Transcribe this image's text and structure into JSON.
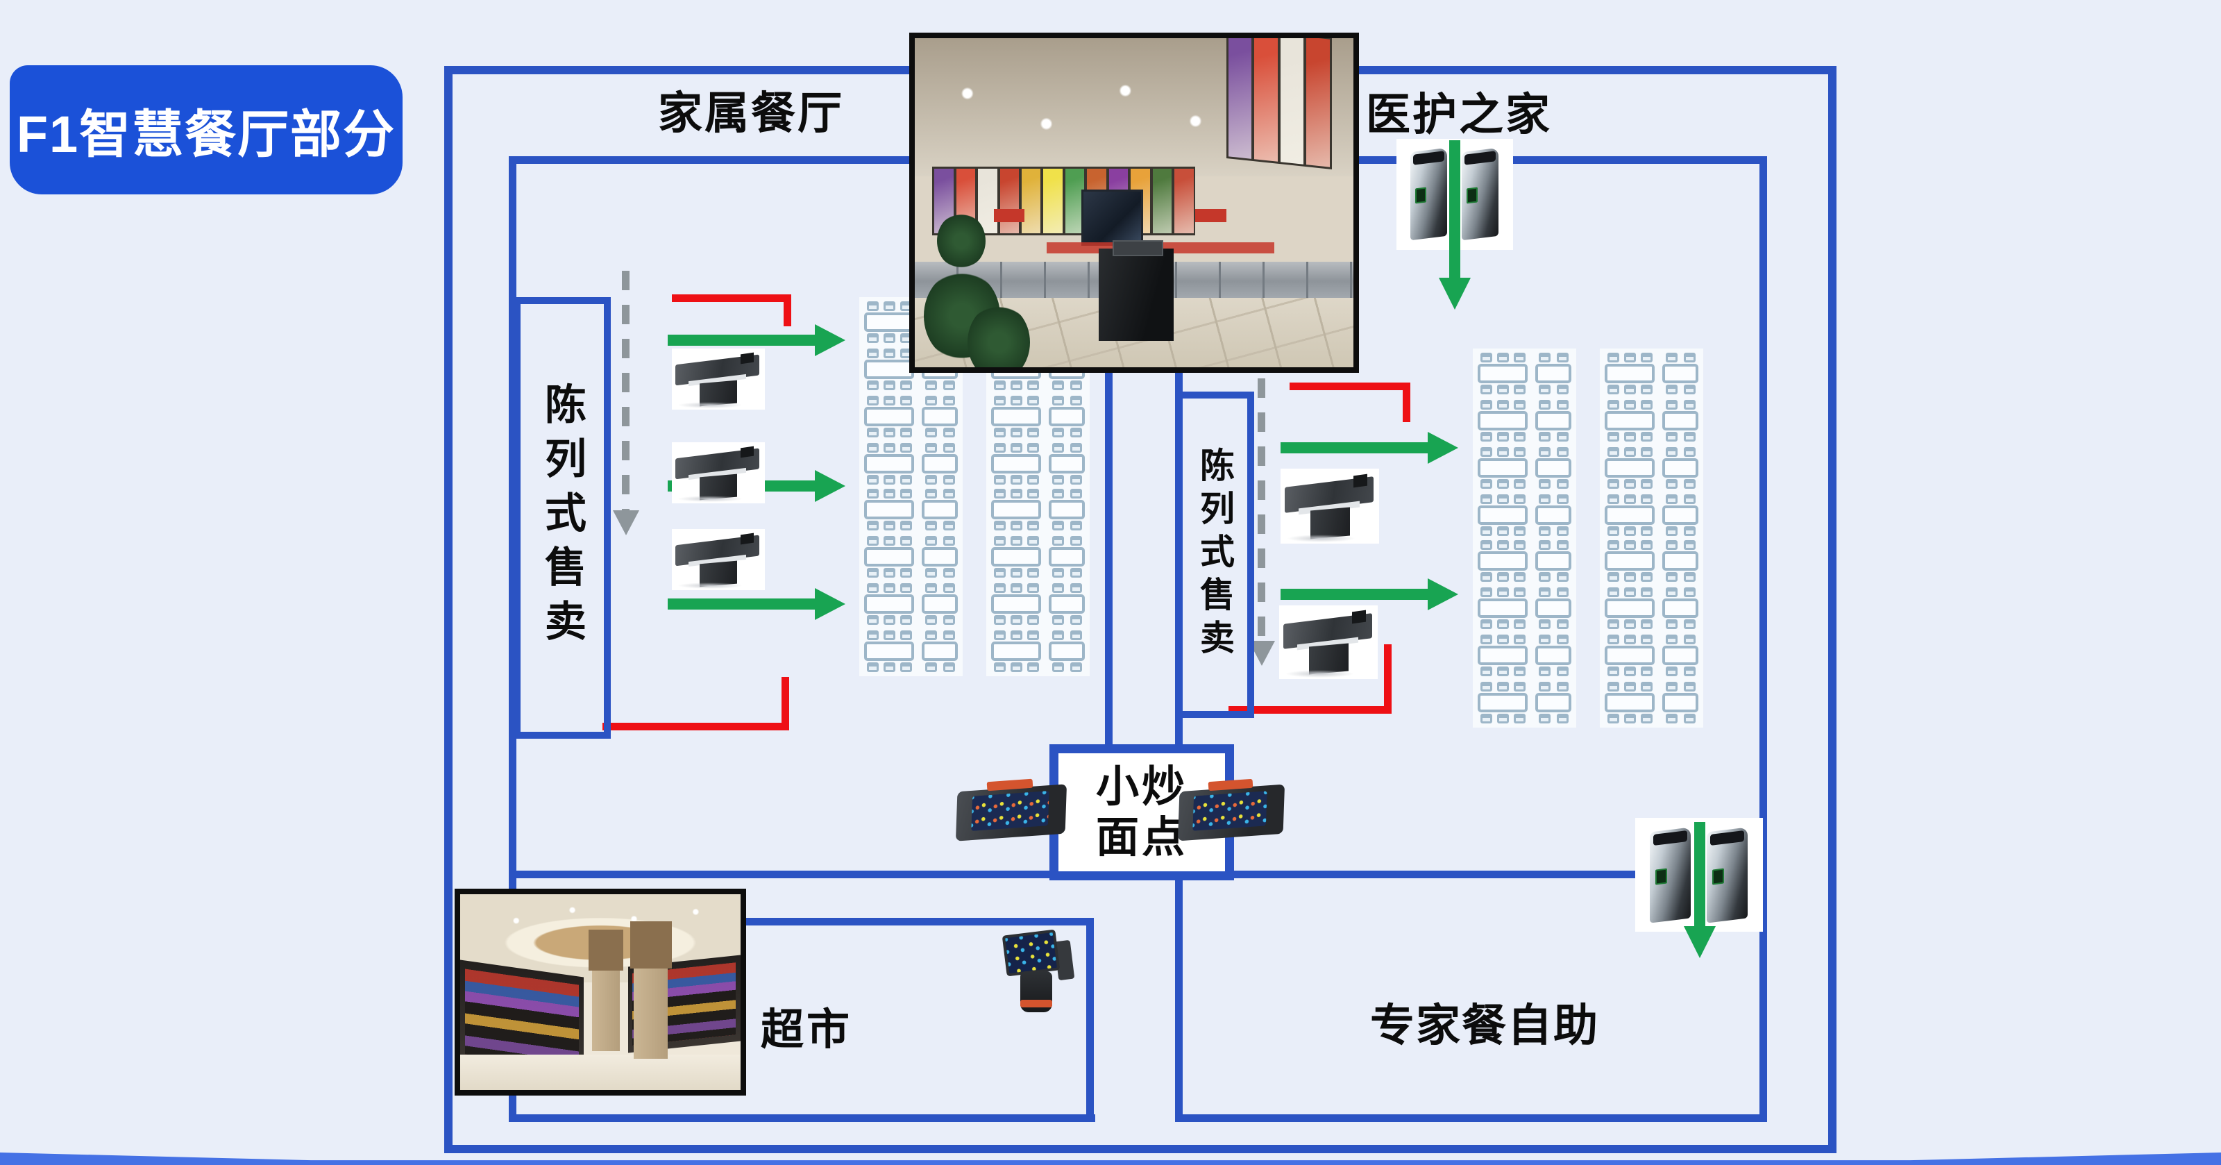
{
  "badge": {
    "title": "F1智慧餐厅部分"
  },
  "labels": {
    "family_restaurant": "家属餐厅",
    "medical_home": "医护之家",
    "display_sales": "陈列式售卖",
    "stir_fry_line1": "小炒",
    "stir_fry_line2": "面点",
    "supermarket": "超市",
    "expert_buffet": "专家餐自助"
  },
  "images": {
    "restaurant_photo": "canteen-interior-photo",
    "supermarket_photo": "supermarket-interior-photo",
    "checkout_counter": "self-checkout-counter-photo",
    "pos_terminal": "tablet-pos-terminal-photo",
    "dual_screen_pos": "dual-screen-pos-photo",
    "turnstile": "entry-turnstile-gates-photo"
  },
  "colors": {
    "frame_blue": "#2b53c3",
    "badge_blue": "#1b51d8",
    "arrow_green": "#18a452",
    "arrow_red": "#ee1015",
    "dash_gray": "#8e969b",
    "background": "#e9eef9",
    "seat_outline": "#9db6c8"
  }
}
